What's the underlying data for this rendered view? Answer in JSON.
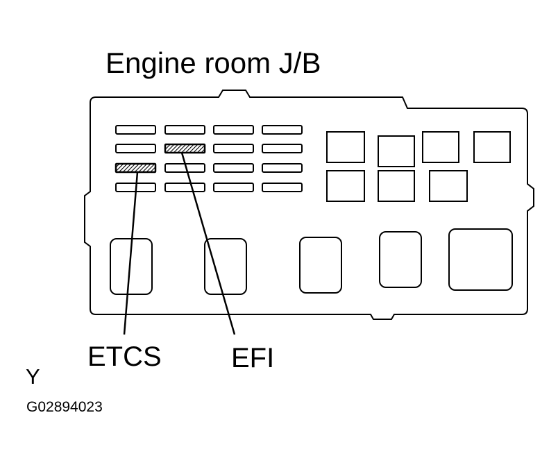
{
  "diagram": {
    "title": "Engine room J/B",
    "callouts": {
      "etcs": "ETCS",
      "efi": "EFI"
    },
    "view_letter": "Y",
    "figure_code": "G02894023",
    "colors": {
      "line": "#000000",
      "background": "#ffffff"
    }
  }
}
